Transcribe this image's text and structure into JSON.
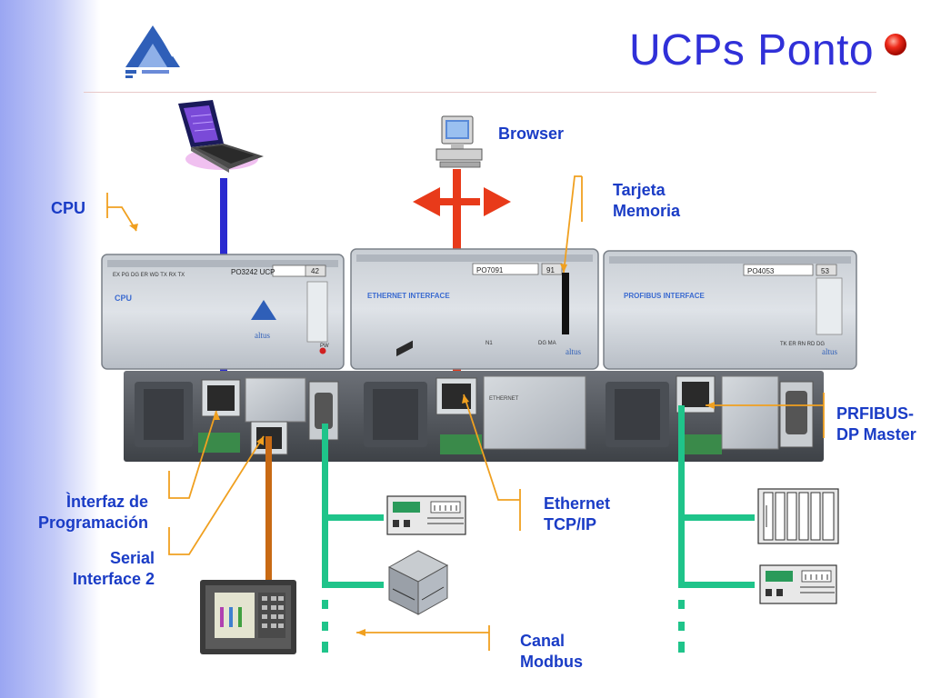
{
  "slide": {
    "title": "UCPs Ponto"
  },
  "labels": {
    "browser": "Browser",
    "tarjeta_line1": "Tarjeta",
    "tarjeta_line2": "Memoria",
    "cpu": "CPU",
    "prfibus_line1": "PRFIBUS-",
    "prfibus_line2": "DP Master",
    "interfaz_line1": "Ìnterfaz de",
    "interfaz_line2": "Programación",
    "serial_line1": "Serial",
    "serial_line2": "Interface 2",
    "ethernet_line1": "Ethernet",
    "ethernet_line2": "TCP/IP",
    "canal_line1": "Canal",
    "canal_line2": "Modbus"
  },
  "modules": {
    "cpu": {
      "model": "PO3242  UCP",
      "number": "42",
      "caption": "CPU",
      "brand": "altus",
      "leds": "EX  PG  DG  ER  WD  TX  RX  TX",
      "pw": "PW"
    },
    "ethernet": {
      "model": "PO7091",
      "number": "91",
      "caption": "ETHERNET INTERFACE",
      "brand": "altus",
      "n1": "N1",
      "dg": "DG   MA",
      "port_label": "ETHERNET"
    },
    "profibus": {
      "model": "PO4053",
      "number": "53",
      "caption": "PROFIBUS INTERFACE",
      "brand": "altus",
      "leds": "TK  ER  RN  RD  DG"
    }
  },
  "colors": {
    "title": "#3030d8",
    "label": "#1a3cc6",
    "blue_link": "#2a2ad0",
    "red_link": "#e83a1a",
    "modbus_green": "#1fc48a",
    "serial_orange": "#c86a14",
    "callout": "#f0a020"
  }
}
